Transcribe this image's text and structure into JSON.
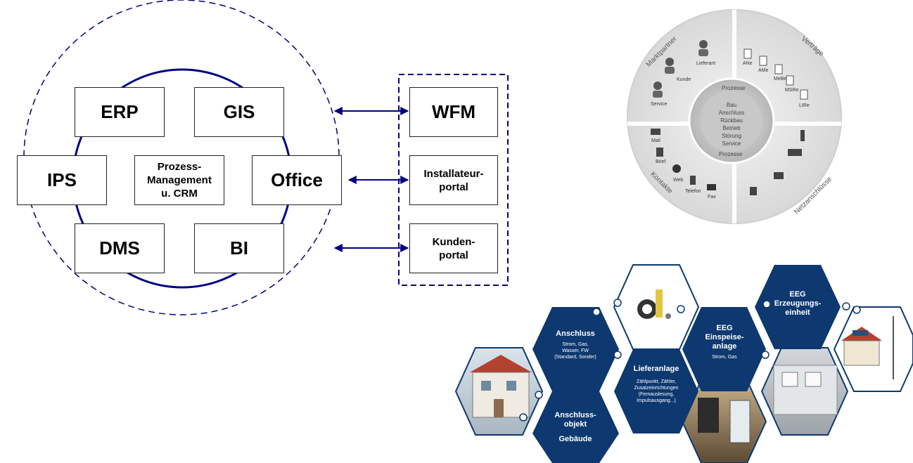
{
  "core": {
    "erp": "ERP",
    "gis": "GIS",
    "ips": "IPS",
    "office": "Office",
    "dms": "DMS",
    "bi": "BI",
    "center": [
      "Prozess-",
      "Management",
      "u. CRM"
    ]
  },
  "portals": {
    "wfm": "WFM",
    "installateur": [
      "Installateur-",
      "portal"
    ],
    "kunden": [
      "Kunden-",
      "portal"
    ]
  },
  "wheel": {
    "segments": [
      "Marktpartner",
      "Verträge",
      "Kontakte",
      "Netzanschlüsse"
    ],
    "marktpartner_items": [
      "Lieferant",
      "Kunde",
      "Service"
    ],
    "vertraege_items": [
      "ANe",
      "AMe",
      "MeBe",
      "MSRe",
      "LIRe"
    ],
    "kontakte_items": [
      "Mail",
      "Brief",
      "Web",
      "Telefon",
      "Fax"
    ],
    "center_top": "Prozesse",
    "center_bottom": "Prozesse",
    "center_items": [
      "Bau",
      "Anschluss",
      "Rückbau",
      "Betrieb",
      "Störung",
      "Service"
    ]
  },
  "hexes": {
    "anschluss": {
      "title": "Anschluss",
      "sub": [
        "Strom, Gas,",
        "Wasser, FW",
        "(Standard, Sonder)"
      ]
    },
    "anschlussobjekt": {
      "title": [
        "Anschluss-",
        "objekt"
      ],
      "sub": "Gebäude"
    },
    "lieferanlage": {
      "title": "Lieferanlage",
      "sub": [
        "Zählpunkt, Zähler,",
        "Zusatzeinrichtungen",
        "(Fernauslesung,",
        "Impulsausgang...)"
      ]
    },
    "einspeise": {
      "title": [
        "EEG",
        "Einspeise-",
        "anlage"
      ],
      "sub": "Strom, Gas"
    },
    "erzeugung": {
      "title": [
        "EEG",
        "Erzeugungs-",
        "einheit"
      ]
    }
  }
}
